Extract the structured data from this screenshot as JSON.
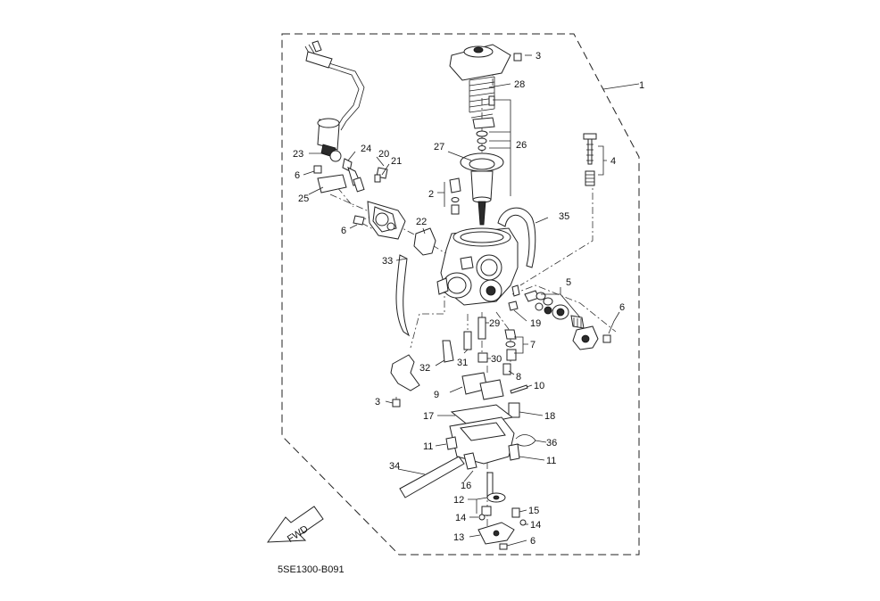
{
  "diagram_code": "5SE1300-B091",
  "fwd_label": "FWD",
  "callouts": [
    "1",
    "2",
    "3",
    "3",
    "4",
    "5",
    "6",
    "6",
    "6",
    "6",
    "7",
    "8",
    "9",
    "10",
    "11",
    "11",
    "12",
    "13",
    "14",
    "14",
    "15",
    "16",
    "17",
    "18",
    "19",
    "20",
    "21",
    "22",
    "23",
    "24",
    "25",
    "26",
    "27",
    "28",
    "29",
    "30",
    "31",
    "32",
    "33",
    "34",
    "35",
    "36"
  ]
}
